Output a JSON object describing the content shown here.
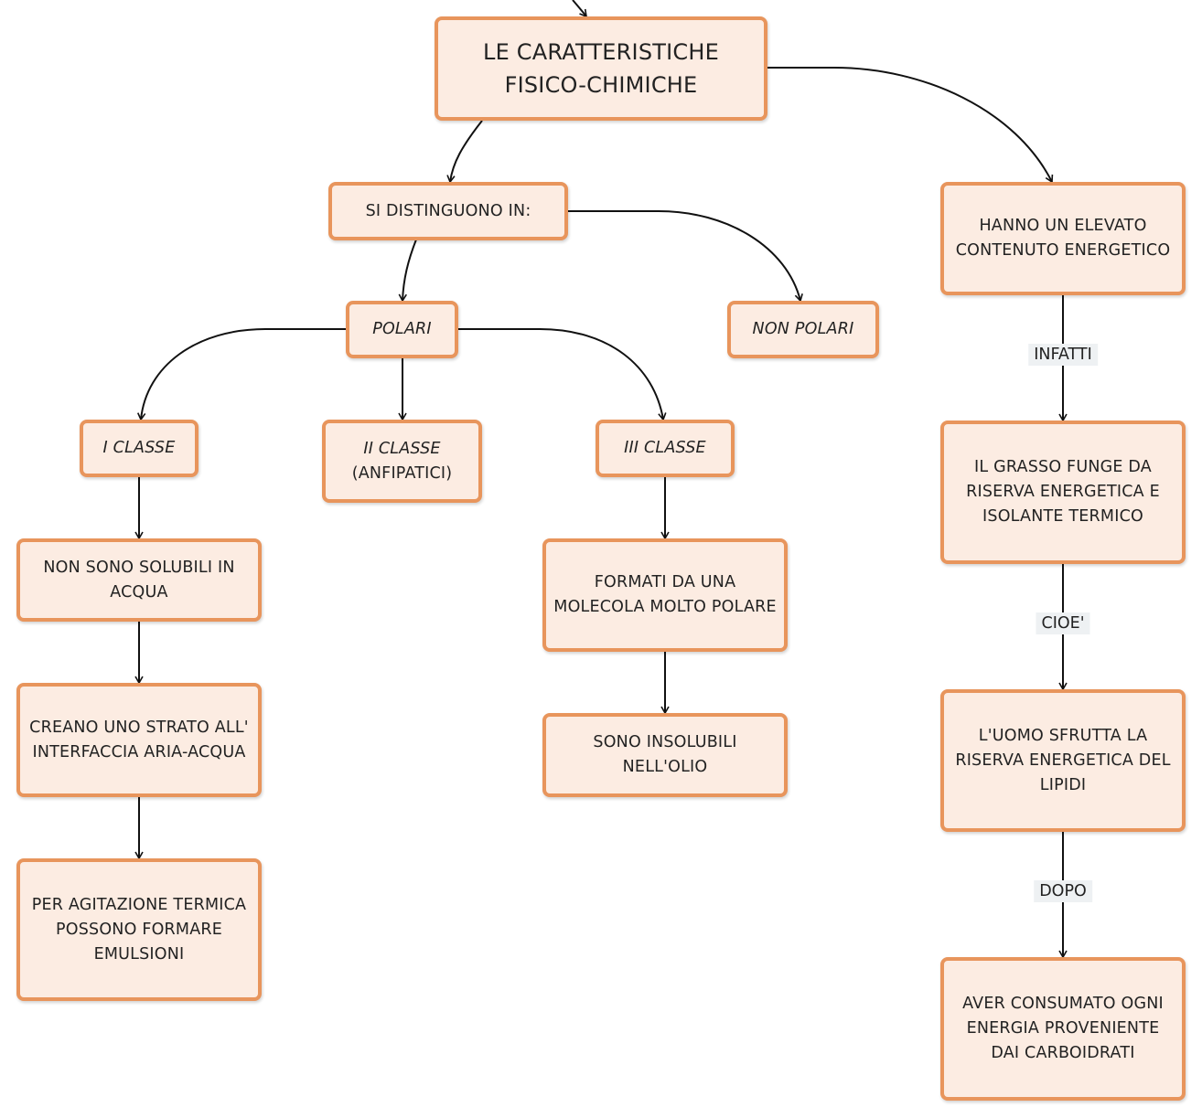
{
  "nodes": {
    "main": {
      "l1": "LE CARATTERISTICHE",
      "l2": "FISICO-CHIMICHE"
    },
    "distinguono": {
      "l1": "SI DISTINGUONO IN:"
    },
    "polari": {
      "l1": "POLARI"
    },
    "non_polari": {
      "l1": "NON POLARI"
    },
    "classe1": {
      "l1": "I CLASSE"
    },
    "classe2": {
      "l1": "II CLASSE",
      "l2": "(ANFIPATICI)"
    },
    "classe3": {
      "l1": "III CLASSE"
    },
    "non_solubili": {
      "l1": "NON SONO SOLUBILI IN",
      "l2": "ACQUA"
    },
    "strato": {
      "l1": "CREANO UNO STRATO ALL'",
      "l2": "INTERFACCIA ARIA-ACQUA"
    },
    "agitazione": {
      "l1": "PER AGITAZIONE TERMICA",
      "l2": "POSSONO FORMARE",
      "l3": "EMULSIONI"
    },
    "formati": {
      "l1": "FORMATI DA UNA",
      "l2": "MOLECOLA MOLTO POLARE"
    },
    "insolubili": {
      "l1": "SONO INSOLUBILI",
      "l2": "NELL'OLIO"
    },
    "energetico": {
      "l1": "HANNO UN ELEVATO",
      "l2": "CONTENUTO ENERGETICO"
    },
    "grasso": {
      "l1": "IL GRASSO FUNGE DA",
      "l2": "RISERVA ENERGETICA E",
      "l3": "ISOLANTE TERMICO"
    },
    "uomo": {
      "l1": "L'UOMO SFRUTTA LA",
      "l2": "RISERVA ENERGETICA DEL",
      "l3": "LIPIDI"
    },
    "consumato": {
      "l1": "AVER CONSUMATO OGNI",
      "l2": "ENERGIA PROVENIENTE",
      "l3": "DAI CARBOIDRATI"
    }
  },
  "edge_labels": {
    "infatti": "INFATTI",
    "cioe": "CIOE'",
    "dopo": "DOPO"
  },
  "colors": {
    "node_fill": "#fcece2",
    "node_border": "#e8955c",
    "edge": "#111111",
    "label_bg": "#eef1f3"
  }
}
